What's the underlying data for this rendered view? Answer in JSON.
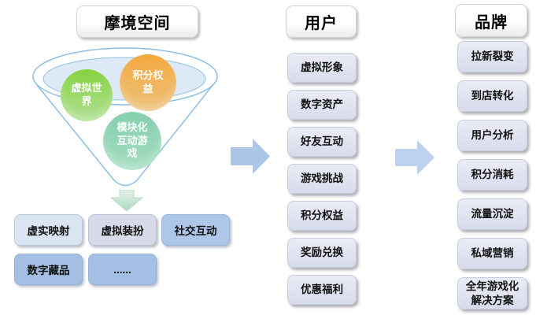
{
  "page": {
    "background": "#ffffff"
  },
  "left": {
    "title": "摩境空间",
    "funnel": {
      "outline_color": "#85bce3",
      "bowl_fill": "#dde9f5",
      "circles": [
        {
          "label": "虚拟世界",
          "background": "linear-gradient(180deg,#86d23f,#b1e095)"
        },
        {
          "label": "积分权益",
          "background": "linear-gradient(180deg,#f3a73c,#ecc37e)"
        },
        {
          "label": "模块化互动游戏",
          "background": "linear-gradient(180deg,#85cfad,#a6dec3)"
        }
      ]
    },
    "down_arrow_color": "linear-gradient(180deg,#e0f1e8,#b2dcc5)",
    "output_boxes": [
      {
        "label": "虚实映射",
        "background": "#dbe5f2"
      },
      {
        "label": "虚拟装扮",
        "background": "#d7dae8"
      },
      {
        "label": "社交互动",
        "background": "#aec7e9"
      },
      {
        "label": "数字藏品",
        "background": "#a3bfe3"
      },
      {
        "label": "......",
        "background": "#a3bfe3"
      }
    ]
  },
  "middle": {
    "title": "用户",
    "items": [
      "虚拟形象",
      "数字资产",
      "好友互动",
      "游戏挑战",
      "积分权益",
      "奖励兑换",
      "优惠福利"
    ]
  },
  "right": {
    "title": "品牌",
    "items": [
      "拉新裂变",
      "到店转化",
      "用户分析",
      "积分消耗",
      "流量沉淀",
      "私域营销",
      "全年游戏化解决方案"
    ]
  },
  "connectors": {
    "arrow1_color": "#abc6e9",
    "arrow2_color": "#bdd2ee"
  }
}
